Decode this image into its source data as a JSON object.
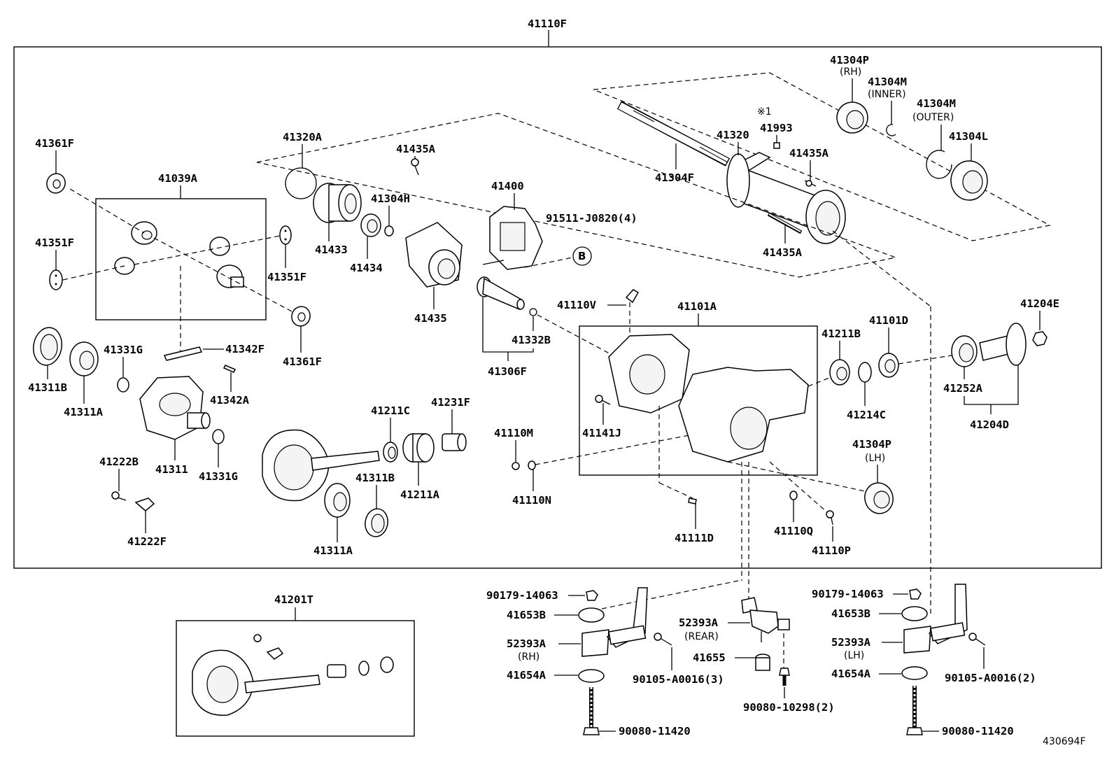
{
  "labels": {
    "l41110f": "41110F",
    "l41304p_rh": "41304P",
    "rh_note": "(RH)",
    "l41304m_inner": "41304M",
    "inner_note": "(INNER)",
    "l41304m_outer": "41304M",
    "outer_note": "(OUTER)",
    "l41304l": "41304L",
    "ref1": "※1",
    "l41993": "41993",
    "l41320": "41320",
    "l41435a_top": "41435A",
    "l41435a_right": "41435A",
    "l41304f": "41304F",
    "l41435a_bottom": "41435A",
    "l41361f_top": "41361F",
    "l41039a": "41039A",
    "l41320a": "41320A",
    "l41304h": "41304H",
    "l41400": "41400",
    "l91511": "91511-J0820(4)",
    "ref_b": "B",
    "l41351f_left": "41351F",
    "l41351f_right": "41351F",
    "l41433": "41433",
    "l41434": "41434",
    "l41435": "41435",
    "l41361f_bottom": "41361F",
    "l41110v": "41110V",
    "l41101a": "41101A",
    "l41332b": "41332B",
    "l41306f": "41306F",
    "l41211b": "41211B",
    "l41101d": "41101D",
    "l41204e": "41204E",
    "l41252a": "41252A",
    "l41204d": "41204D",
    "l41214c": "41214C",
    "l41311b_left": "41311B",
    "l41311a_left": "41311A",
    "l41331g_top": "41331G",
    "l41342f": "41342F",
    "l41342a": "41342A",
    "l41311": "41311",
    "l41331g_bottom": "41331G",
    "l41222b": "41222B",
    "l41222f": "41222F",
    "l41211c": "41211C",
    "l41231f": "41231F",
    "l41311b_mid": "41311B",
    "l41211a": "41211A",
    "l41311a_bottom": "41311A",
    "l41110m": "41110M",
    "l41110n": "41110N",
    "l41141j": "41141J",
    "l41111d": "41111D",
    "l41304p_lh": "41304P",
    "lh_note": "(LH)",
    "l41110q": "41110Q",
    "l41110p": "41110P",
    "l41201t": "41201T",
    "l90179_left": "90179-14063",
    "l41653b_left": "41653B",
    "l52393a_rh": "52393A",
    "rh_note2": "(RH)",
    "l41654a_left": "41654A",
    "l90105_left": "90105-A0016(3)",
    "l90080_left": "90080-11420",
    "l52393a_rear": "52393A",
    "rear_note": "(REAR)",
    "l41655": "41655",
    "l90080_mid": "90080-10298(2)",
    "l90179_right": "90179-14063",
    "l41653b_right": "41653B",
    "l52393a_lh": "52393A",
    "lh_note2": "(LH)",
    "l41654a_right": "41654A",
    "l90105_right": "90105-A0016(2)",
    "l90080_right": "90080-11420",
    "diagram_id": "430694F"
  }
}
